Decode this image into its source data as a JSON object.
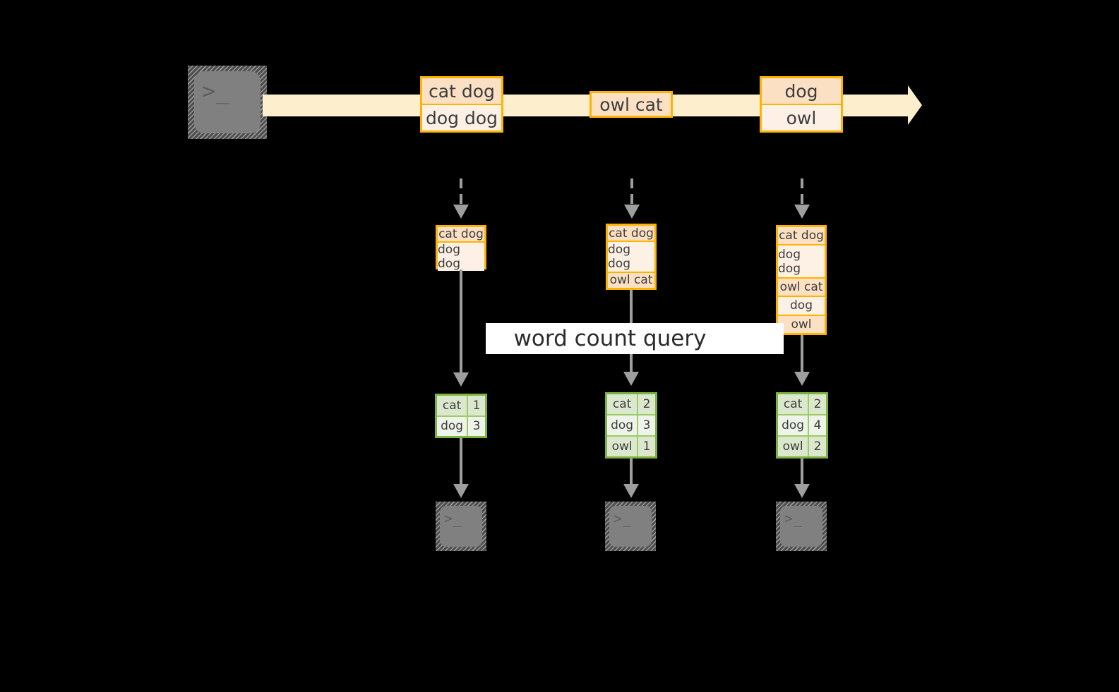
{
  "diagram": {
    "title_label": "word count query",
    "colors": {
      "background": "#000000",
      "stream_fill": "#FDEFCE",
      "message_border": "#FFB300",
      "message_fill_dark": "#FBE0C3",
      "message_fill_light": "#FDF1E6",
      "result_border": "#7CB342",
      "result_fill_dark": "#DCE8CE",
      "result_fill_light": "#EFF4EA",
      "connector": "#9E9E9E",
      "label_background": "#FFFFFF",
      "terminal_fill": "#808080"
    },
    "source": {
      "icon": "terminal-icon",
      "glyph": ">_"
    },
    "stream": {
      "messages": [
        {
          "lines": [
            "cat dog",
            "dog dog"
          ]
        },
        {
          "lines": [
            "owl cat"
          ]
        },
        {
          "lines": [
            "dog",
            "owl"
          ]
        }
      ]
    },
    "snapshots": [
      {
        "id": "snapshot-1",
        "buffer": [
          "cat dog",
          "dog dog"
        ],
        "result": {
          "rows": [
            {
              "word": "cat",
              "count": "1"
            },
            {
              "word": "dog",
              "count": "3"
            }
          ]
        },
        "sink": {
          "icon": "terminal-icon",
          "glyph": ">_"
        }
      },
      {
        "id": "snapshot-2",
        "buffer": [
          "cat dog",
          "dog dog",
          "owl cat"
        ],
        "result": {
          "rows": [
            {
              "word": "cat",
              "count": "2"
            },
            {
              "word": "dog",
              "count": "3"
            },
            {
              "word": "owl",
              "count": "1"
            }
          ]
        },
        "sink": {
          "icon": "terminal-icon",
          "glyph": ">_"
        }
      },
      {
        "id": "snapshot-3",
        "buffer": [
          "cat dog",
          "dog dog",
          "owl cat",
          "dog",
          "owl"
        ],
        "result": {
          "rows": [
            {
              "word": "cat",
              "count": "2"
            },
            {
              "word": "dog",
              "count": "4"
            },
            {
              "word": "owl",
              "count": "2"
            }
          ]
        },
        "sink": {
          "icon": "terminal-icon",
          "glyph": ">_"
        }
      }
    ]
  }
}
